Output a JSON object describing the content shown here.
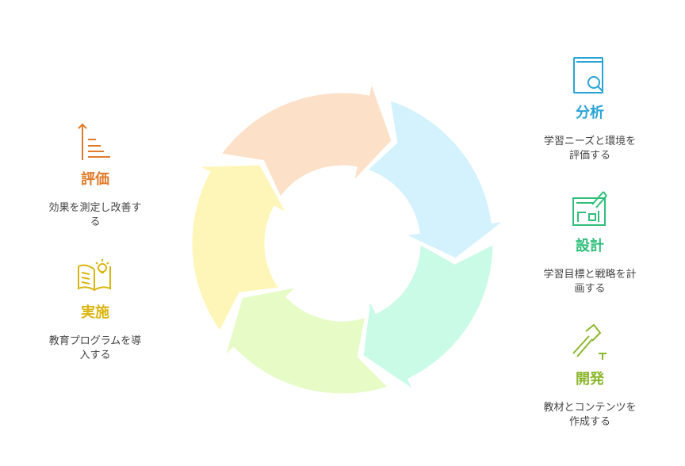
{
  "stages": [
    {
      "key": "analysis",
      "title": "分析",
      "description": "学習ニーズと環境を\n評価する",
      "color": "#29a3d6",
      "fill": "#d3f2fd",
      "icon": "book-search-icon"
    },
    {
      "key": "design",
      "title": "設計",
      "description": "学習目標と戦略を計\n画する",
      "color": "#2fbf7a",
      "fill": "#c9fbe6",
      "icon": "blueprint-pencil-icon"
    },
    {
      "key": "develop",
      "title": "開発",
      "description": "教材とコンテンツを\n作成する",
      "color": "#8ab62a",
      "fill": "#e6fbc6",
      "icon": "hammer-nail-icon"
    },
    {
      "key": "implement",
      "title": "実施",
      "description": "教育プログラムを導\n入する",
      "color": "#d9b50e",
      "fill": "#fef6b9",
      "icon": "book-lightbulb-icon"
    },
    {
      "key": "evaluate",
      "title": "評価",
      "description": "効果を測定し改善す\nる",
      "color": "#e07b2a",
      "fill": "#fde0c8",
      "icon": "bar-list-icon"
    }
  ]
}
